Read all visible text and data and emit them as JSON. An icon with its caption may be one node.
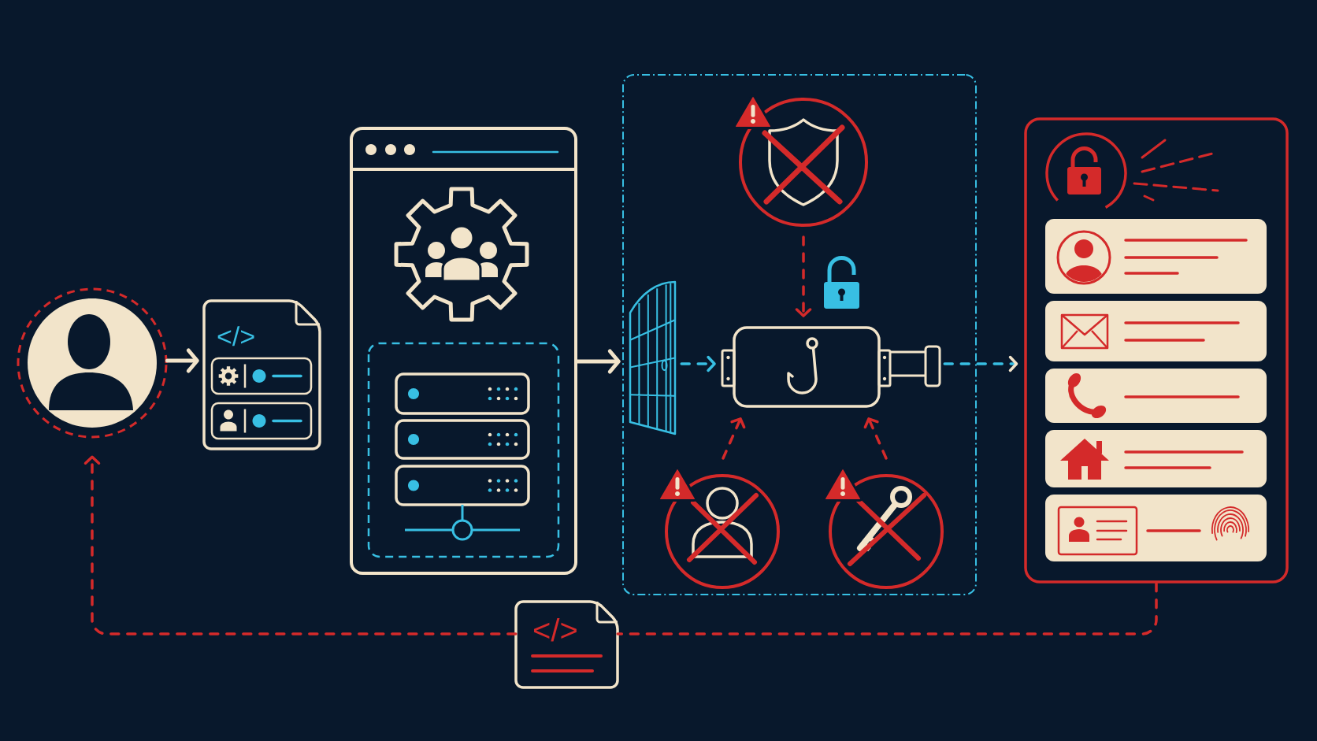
{
  "diagram": {
    "nodes": [
      {
        "text": [],
        "shape": "person"
      },
      {
        "text": [
          "</>"
        ]
      },
      {
        "text": [],
        "shape": "box"
      },
      {
        "text": [],
        "shape": "box"
      },
      {
        "text": [],
        "shape": "picture",
        "in": 3
      },
      {
        "text": [],
        "shape": "box",
        "in": 3
      },
      {
        "text": [],
        "shape": "circle",
        "in": 3
      },
      {
        "text": [],
        "shape": "circle",
        "in": 3
      },
      {
        "text": [],
        "shape": "circle",
        "in": 3
      },
      {
        "text": [],
        "shape": "box"
      },
      {
        "text": [
          "</>"
        ]
      }
    ],
    "edges": [
      {
        "from": 0,
        "to": 1,
        "arrow": "to",
        "color": "#f2e4ca"
      },
      {
        "from": 2,
        "to": 4,
        "arrow": "to",
        "color": "#f2e4ca"
      },
      {
        "from": 4,
        "to": 5,
        "arrow": "to",
        "style": "dashed",
        "color": "#38bfe3"
      },
      {
        "from": 6,
        "to": 5,
        "arrow": "to",
        "style": "dashed"
      },
      {
        "from": 7,
        "to": 5,
        "arrow": "to",
        "style": "dashed"
      },
      {
        "from": 8,
        "to": 5,
        "arrow": "to",
        "style": "dashed"
      },
      {
        "from": 5,
        "to": 9,
        "arrow": "to",
        "style": "dashed",
        "color": "#38bfe3"
      },
      {
        "from": 9,
        "to": 10,
        "arrow": "none",
        "style": "dashed"
      },
      {
        "from": 10,
        "to": 0,
        "arrow": "to",
        "style": "dashed"
      }
    ]
  }
}
